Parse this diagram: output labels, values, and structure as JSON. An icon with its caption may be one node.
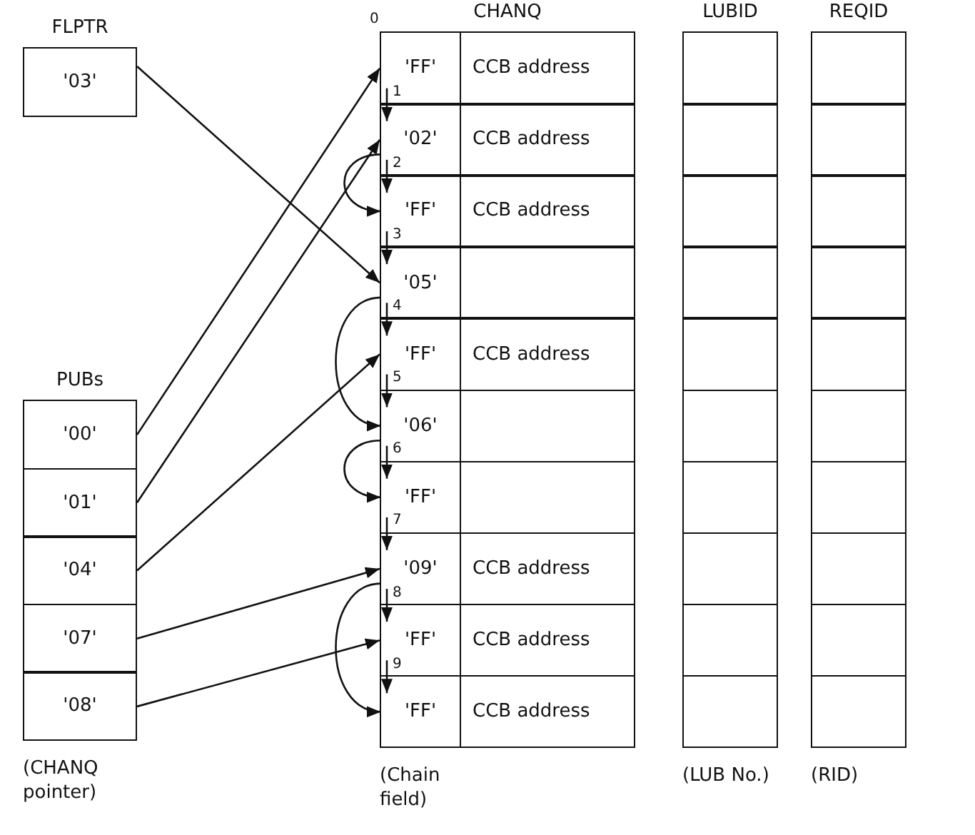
{
  "diagram": {
    "nodes": [
      {
        "text": [
          "FLPTR",
          "'03'"
        ]
      },
      {
        "text": [
          "PUBs"
        ],
        "beside": [
          "(CHANQ pointer)"
        ]
      },
      {
        "text": [
          "'00'"
        ],
        "in": 1
      },
      {
        "text": [
          "'01'"
        ],
        "in": 1
      },
      {
        "text": [
          "'04'"
        ],
        "in": 1
      },
      {
        "text": [
          "'07'"
        ],
        "in": 1
      },
      {
        "text": [
          "'08'"
        ],
        "in": 1
      },
      {
        "text": [
          "CHANQ"
        ],
        "beside": [
          "(Chain field)"
        ]
      },
      {
        "text": [
          "'FF'",
          "CCB address"
        ],
        "in": 7
      },
      {
        "text": [
          "'02'",
          "CCB address"
        ],
        "in": 7
      },
      {
        "text": [
          "'FF'",
          "CCB address"
        ],
        "in": 7
      },
      {
        "text": [
          "'05'"
        ],
        "in": 7
      },
      {
        "text": [
          "'FF'",
          "CCB address"
        ],
        "in": 7
      },
      {
        "text": [
          "'06'"
        ],
        "in": 7
      },
      {
        "text": [
          "'FF'"
        ],
        "in": 7
      },
      {
        "text": [
          "'09'",
          "CCB address"
        ],
        "in": 7
      },
      {
        "text": [
          "'FF'",
          "CCB address"
        ],
        "in": 7
      },
      {
        "text": [
          "'FF'",
          "CCB address"
        ],
        "in": 7
      },
      {
        "text": [
          "LUBID"
        ],
        "beside": [
          "(LUB No.)"
        ]
      },
      {
        "text": [],
        "shape": "box",
        "in": 18
      },
      {
        "text": [],
        "shape": "box",
        "in": 18
      },
      {
        "text": [],
        "shape": "box",
        "in": 18
      },
      {
        "text": [],
        "shape": "box",
        "in": 18
      },
      {
        "text": [],
        "shape": "box",
        "in": 18
      },
      {
        "text": [],
        "shape": "box",
        "in": 18
      },
      {
        "text": [],
        "shape": "box",
        "in": 18
      },
      {
        "text": [],
        "shape": "box",
        "in": 18
      },
      {
        "text": [],
        "shape": "box",
        "in": 18
      },
      {
        "text": [],
        "shape": "box",
        "in": 18
      },
      {
        "text": [
          "REQID"
        ],
        "beside": [
          "(RID)"
        ]
      },
      {
        "text": [],
        "shape": "box",
        "in": 29
      },
      {
        "text": [],
        "shape": "box",
        "in": 29
      },
      {
        "text": [],
        "shape": "box",
        "in": 29
      },
      {
        "text": [],
        "shape": "box",
        "in": 29
      },
      {
        "text": [],
        "shape": "box",
        "in": 29
      },
      {
        "text": [],
        "shape": "box",
        "in": 29
      },
      {
        "text": [],
        "shape": "box",
        "in": 29
      },
      {
        "text": [],
        "shape": "box",
        "in": 29
      },
      {
        "text": [],
        "shape": "box",
        "in": 29
      },
      {
        "text": [],
        "shape": "box",
        "in": 29
      }
    ],
    "edges": [
      {
        "from": 0,
        "to": 11,
        "arrow": "to"
      },
      {
        "from": 2,
        "to": 8,
        "arrow": "to"
      },
      {
        "from": 3,
        "to": 9,
        "arrow": "to"
      },
      {
        "from": 4,
        "to": 12,
        "arrow": "to"
      },
      {
        "from": 5,
        "to": 15,
        "arrow": "to"
      },
      {
        "from": 6,
        "to": 16,
        "arrow": "to"
      },
      {
        "from": 8,
        "to": 9,
        "arrow": "to",
        "label": "1"
      },
      {
        "from": 9,
        "to": 10,
        "arrow": "to",
        "label": "2"
      },
      {
        "from": 10,
        "to": 11,
        "arrow": "to",
        "label": "3"
      },
      {
        "from": 11,
        "to": 12,
        "arrow": "to",
        "label": "4"
      },
      {
        "from": 12,
        "to": 13,
        "arrow": "to",
        "label": "5"
      },
      {
        "from": 13,
        "to": 14,
        "arrow": "to",
        "label": "6"
      },
      {
        "from": 14,
        "to": 15,
        "arrow": "to",
        "label": "7"
      },
      {
        "from": 15,
        "to": 16,
        "arrow": "to",
        "label": "8"
      },
      {
        "from": 16,
        "to": 17,
        "arrow": "to",
        "label": "9"
      },
      {
        "from": 9,
        "to": 10,
        "arrow": "to"
      },
      {
        "from": 11,
        "to": 13,
        "arrow": "to"
      },
      {
        "from": 13,
        "to": 14,
        "arrow": "to"
      },
      {
        "from": 15,
        "to": 17,
        "arrow": "to"
      }
    ],
    "labels": [
      "0"
    ]
  }
}
